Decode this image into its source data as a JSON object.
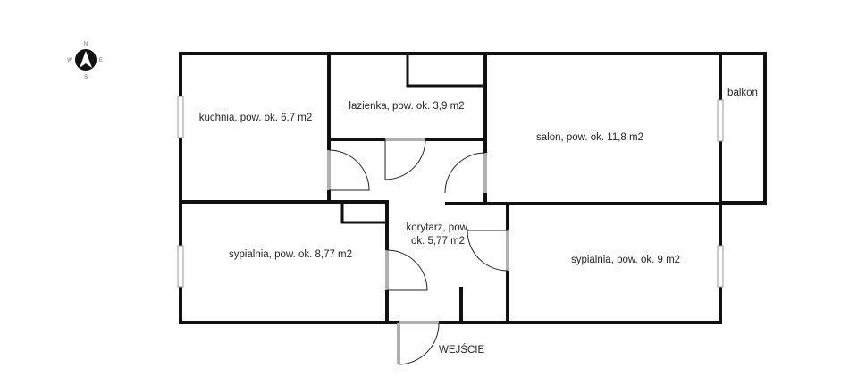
{
  "compass": {
    "north": "N",
    "south": "S",
    "east": "E",
    "west": "W",
    "icon": "compass-icon"
  },
  "rooms": {
    "kitchen": "kuchnia, pow. ok. 6,7 m2",
    "bathroom": "łazienka, pow. ok. 3,9 m2",
    "living_room": "salon, pow. ok. 11,8 m2",
    "balcony": "balkon",
    "corridor_line1": "korytarz, pow.",
    "corridor_line2": "ok. 5,77 m2",
    "bedroom_left": "sypialnia, pow. ok. 8,77 m2",
    "bedroom_right": "sypialnia, pow. ok. 9 m2"
  },
  "entrance": "WEJŚCIE",
  "colors": {
    "walls": "#111111",
    "doors": "#b0b0b0",
    "windows": "#999999"
  }
}
